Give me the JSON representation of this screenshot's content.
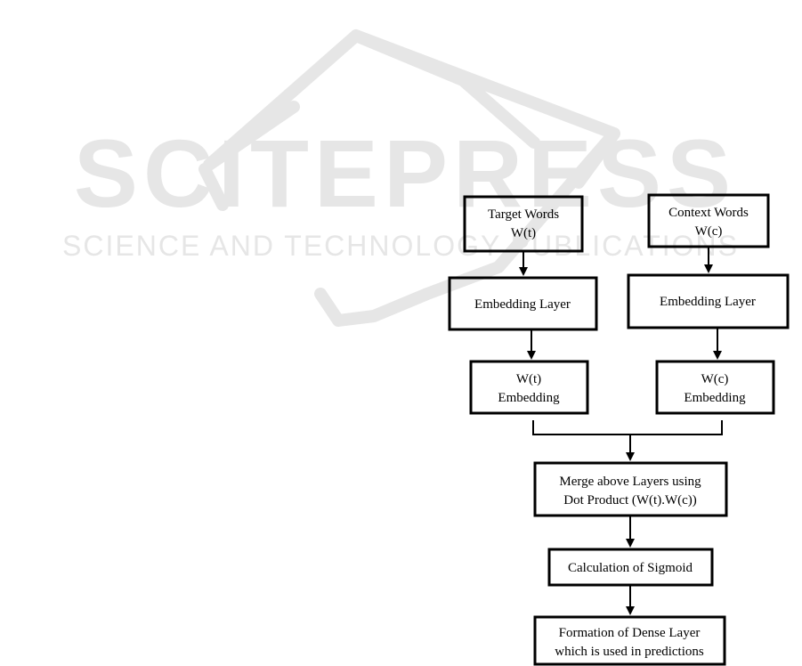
{
  "watermark": {
    "logo_text": "SCITEPRESS",
    "tagline": "SCIENCE AND TECHNOLOGY PUBLICATIONS",
    "color": "#e6e6e6"
  },
  "nodes": {
    "target_words": {
      "line1": "Target Words",
      "line2": "W(t)"
    },
    "context_words": {
      "line1": "Context Words",
      "line2": "W(c)"
    },
    "embedding_t": {
      "line1": "Embedding  Layer"
    },
    "embedding_c": {
      "line1": "Embedding  Layer"
    },
    "wt_embedding": {
      "line1": "W(t)",
      "line2": "Embedding"
    },
    "wc_embedding": {
      "line1": "W(c)",
      "line2": "Embedding"
    },
    "merge": {
      "line1": "Merge above Layers using",
      "line2": "Dot Product  (W(t).W(c))"
    },
    "sigmoid": {
      "line1": "Calculation  of Sigmoid"
    },
    "dense": {
      "line1": "Formation  of Dense Layer",
      "line2": "which is used in predictions"
    }
  },
  "colors": {
    "stroke": "#000000",
    "text": "#000000",
    "background": "#ffffff"
  }
}
